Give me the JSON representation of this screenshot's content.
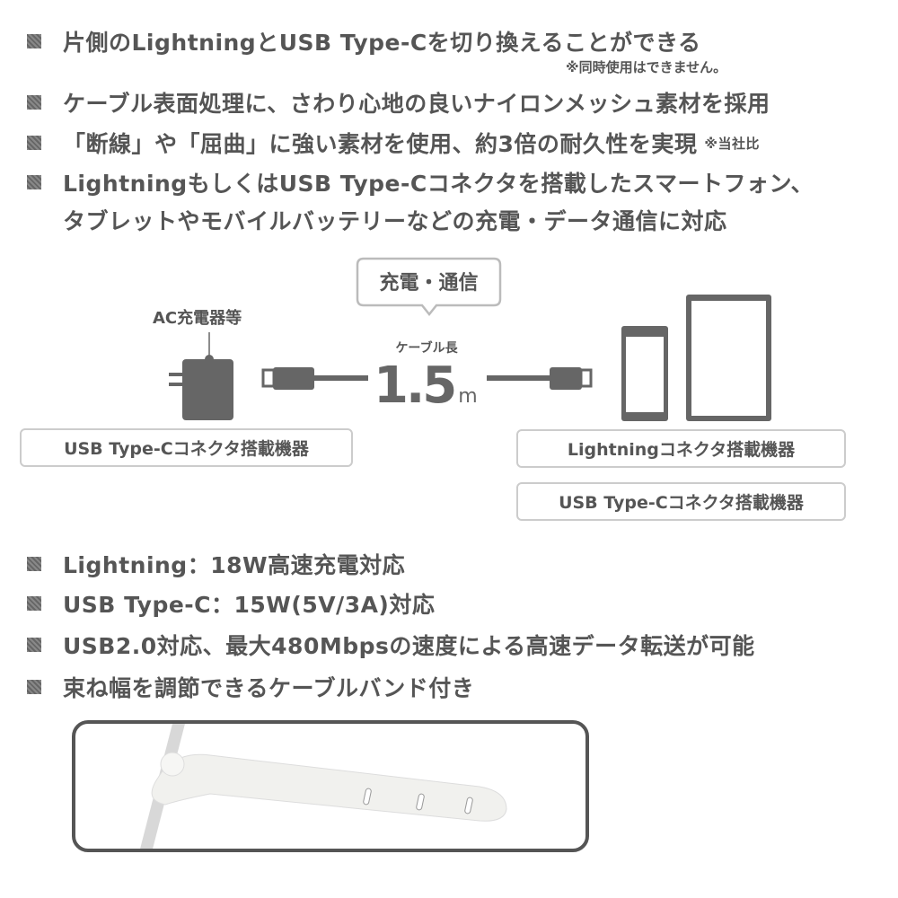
{
  "features_top": [
    {
      "text": "片側のLightningとUSB Type-Cを切り換えることができる"
    },
    {
      "text": "ケーブル表面処理に、さわり心地の良いナイロンメッシュ素材を採用"
    },
    {
      "text": "「断線」や「屈曲」に強い素材を使用、約3倍の耐久性を実現",
      "note": "※当社比"
    },
    {
      "text": "LightningもしくはUSB Type-Cコネクタを搭載したスマートフォン、",
      "continuation": "タブレットやモバイルバッテリーなどの充電・データ通信に対応"
    }
  ],
  "note_simultaneous": "※同時使用はできません。",
  "diagram": {
    "bubble": "充電・通信",
    "charger_label": "AC充電器等",
    "cable_length_label": "ケーブル長",
    "cable_length_value": "1.5",
    "cable_length_unit": "m",
    "left_box": "USB Type-Cコネクタ搭載機器",
    "right_boxes": [
      "Lightningコネクタ搭載機器",
      "USB Type-Cコネクタ搭載機器"
    ]
  },
  "features_bottom": [
    "Lightning：18W高速充電対応",
    "USB Type-C：15W(5V/3A)対応",
    "USB2.0対応、最大480Mbpsの速度による高速データ転送が可能",
    "束ね幅を調節できるケーブルバンド付き"
  ]
}
